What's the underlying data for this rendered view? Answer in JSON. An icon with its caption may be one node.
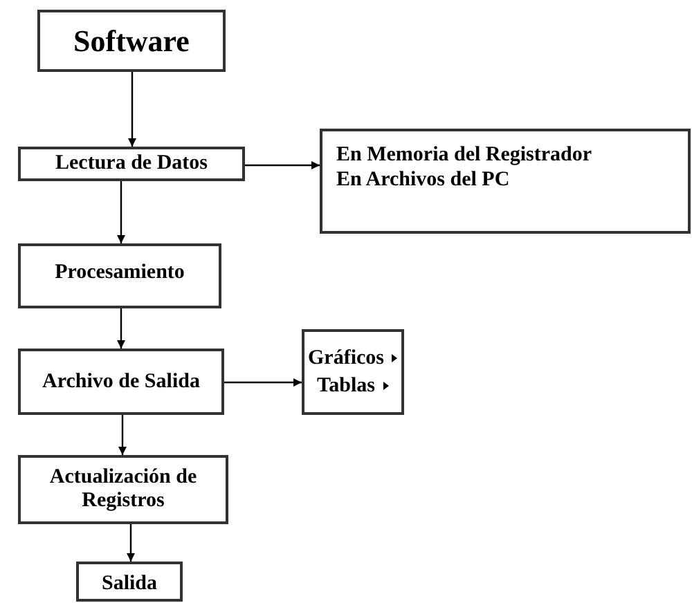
{
  "diagram": {
    "nodes": [
      {
        "text": [
          "Software"
        ]
      },
      {
        "text": [
          "Lectura de Datos"
        ]
      },
      {
        "text": [
          "En Memoria del Registrador",
          "En Archivos del PC"
        ]
      },
      {
        "text": [
          "Procesamiento"
        ]
      },
      {
        "text": [
          "Archivo de Salida"
        ]
      },
      {
        "text": [
          "Gráficos",
          "Tablas"
        ]
      },
      {
        "text": [
          "Actualización de Registros"
        ]
      },
      {
        "text": [
          "Salida"
        ]
      }
    ],
    "edges": [
      {
        "from": 0,
        "to": 1,
        "arrow": "to"
      },
      {
        "from": 1,
        "to": 2,
        "arrow": "to"
      },
      {
        "from": 1,
        "to": 3,
        "arrow": "to"
      },
      {
        "from": 3,
        "to": 4,
        "arrow": "to"
      },
      {
        "from": 4,
        "to": 5,
        "arrow": "to"
      },
      {
        "from": 4,
        "to": 6,
        "arrow": "to"
      },
      {
        "from": 6,
        "to": 7,
        "arrow": "to"
      }
    ]
  }
}
